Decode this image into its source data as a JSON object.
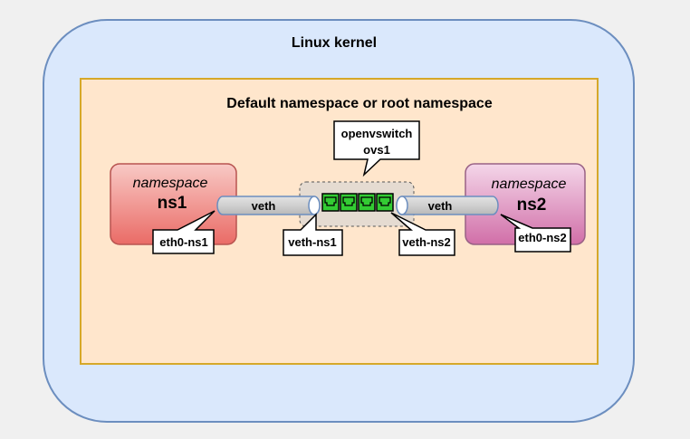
{
  "kernel": {
    "title": "Linux kernel"
  },
  "root_ns": {
    "title": "Default namespace or root namespace"
  },
  "switch": {
    "line1": "openvswitch",
    "line2": "ovs1",
    "port_count": 4
  },
  "ns1": {
    "label": "namespace",
    "name": "ns1",
    "interface": "eth0-ns1"
  },
  "ns2": {
    "label": "namespace",
    "name": "ns2",
    "interface": "eth0-ns2"
  },
  "veth_left": {
    "label": "veth",
    "interface": "veth-ns1"
  },
  "veth_right": {
    "label": "veth",
    "interface": "veth-ns2"
  },
  "colors": {
    "kernel_fill": "#dae8fc",
    "kernel_stroke": "#6c8ebf",
    "root_fill": "#ffe6cc",
    "root_stroke": "#d6a829",
    "ns1_top": "#f8c9c5",
    "ns1_bottom": "#ea6b66",
    "ns1_stroke": "#b85450",
    "ns2_top": "#f4d6e9",
    "ns2_bottom": "#d16fa8",
    "ns2_stroke": "#996185",
    "pipe_fill": "#d5d5d5",
    "port_green": "#33cc33"
  }
}
